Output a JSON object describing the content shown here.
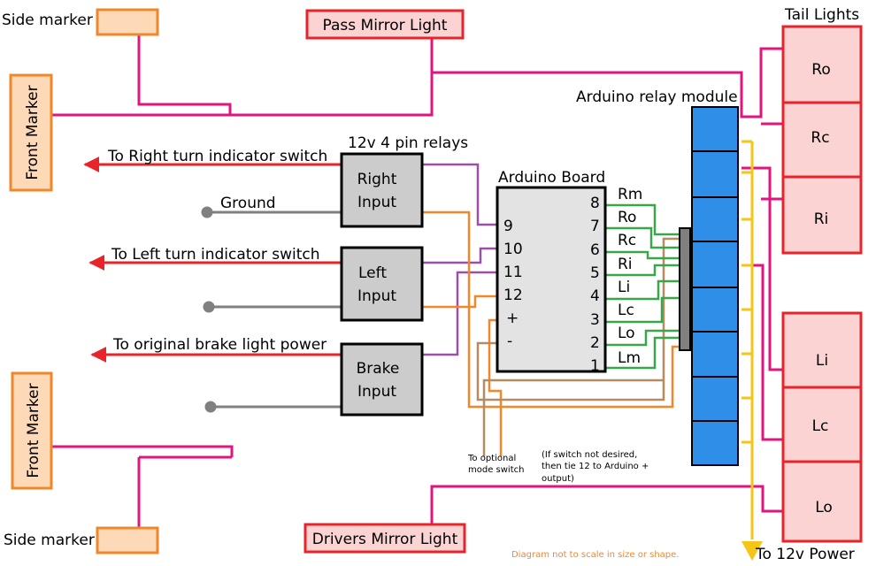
{
  "labels": {
    "side_marker_top": "Side marker",
    "side_marker_bottom": "Side marker",
    "front_marker_top": "Front Marker",
    "front_marker_bottom": "Front Marker",
    "pass_mirror": "Pass Mirror Light",
    "drivers_mirror": "Drivers Mirror Light",
    "tail_lights": "Tail Lights",
    "relay_module": "Arduino relay module",
    "relays_title": "12v 4 pin relays",
    "arduino_board": "Arduino Board",
    "right_turn": "To Right turn indicator switch",
    "left_turn": "To Left turn indicator switch",
    "brake_power": "To original brake light power",
    "ground": "Ground",
    "optional_switch_1": "To optional",
    "optional_switch_2": "mode switch",
    "switch_note_1": "(If switch not desired,",
    "switch_note_2": "then tie 12 to Arduino +",
    "switch_note_3": "output)",
    "not_to_scale": "Diagram not to scale in size or shape.",
    "power": "To 12v Power"
  },
  "relays": [
    {
      "line1": "Right",
      "line2": "Input"
    },
    {
      "line1": "Left",
      "line2": "Input"
    },
    {
      "line1": "Brake",
      "line2": "Input"
    }
  ],
  "arduino": {
    "left_pins": [
      "9",
      "10",
      "11",
      "12",
      "+",
      "-"
    ],
    "right_pins": [
      "8",
      "7",
      "6",
      "5",
      "4",
      "3",
      "2",
      "1"
    ],
    "outputs": [
      "Rm",
      "Ro",
      "Rc",
      "Ri",
      "Li",
      "Lc",
      "Lo",
      "Lm"
    ]
  },
  "tail_right": [
    "Ro",
    "Rc",
    "Ri"
  ],
  "tail_left": [
    "Li",
    "Lc",
    "Lo"
  ],
  "colors": {
    "magenta_wire": "#e0157f",
    "red_wire": "#e8232a",
    "purple_wire": "#9b4fa8",
    "orange_wire": "#f0882a",
    "brown_wire": "#b58c62",
    "green_wire": "#3aa64a",
    "gray_wire": "#808080",
    "yellow_wire": "#f5c518",
    "relay_blue": "#2f8ee8",
    "lamp_fill": "#fcd3d3",
    "marker_fill": "#fdd9b8"
  }
}
